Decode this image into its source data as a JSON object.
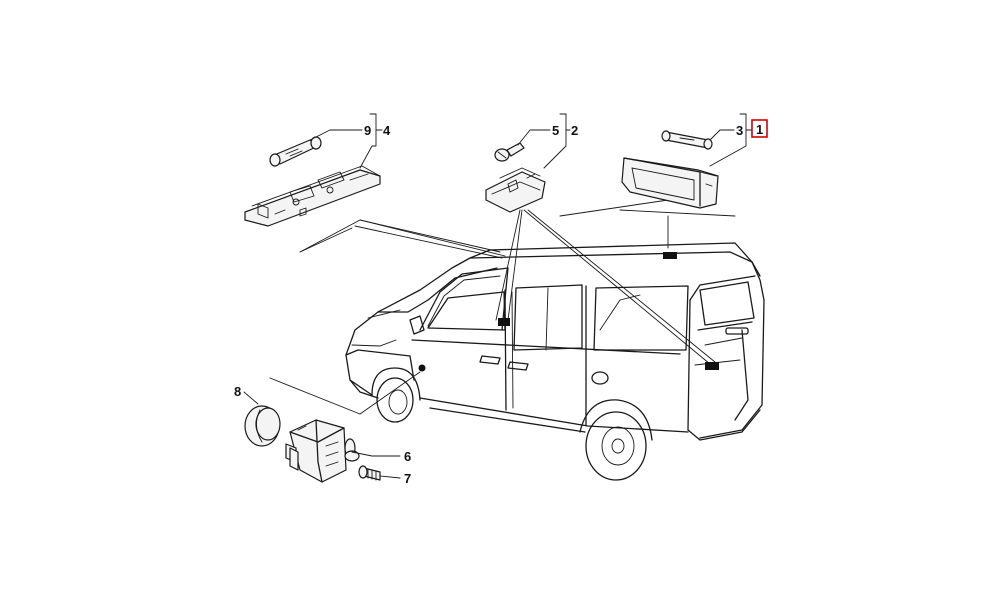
{
  "labels": {
    "l1": "1",
    "l2": "2",
    "l3": "3",
    "l4": "4",
    "l5": "5",
    "l6": "6",
    "l7": "7",
    "l8": "8",
    "l9": "9"
  },
  "highlight_color": "#d40000"
}
